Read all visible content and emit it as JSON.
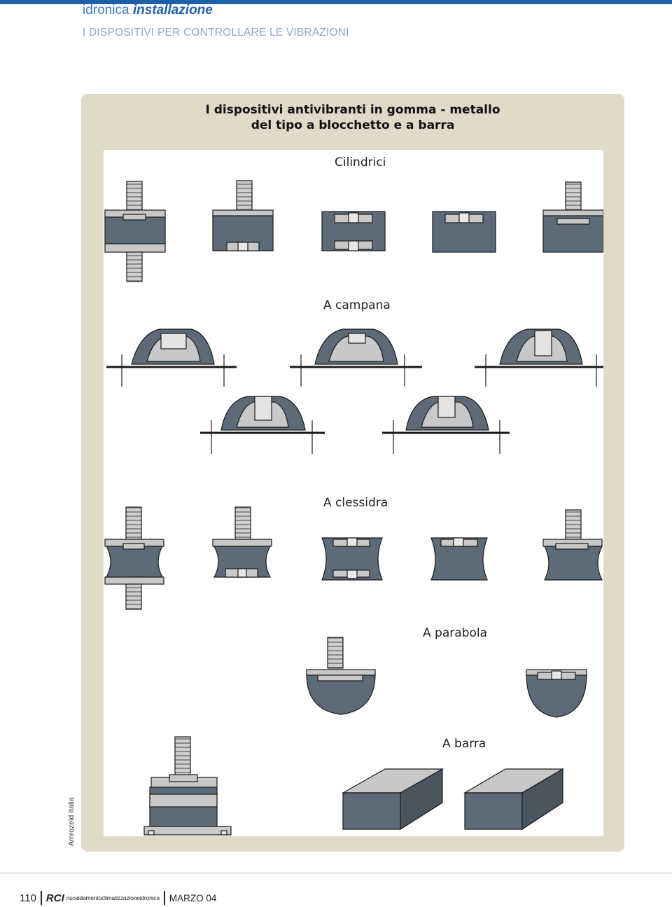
{
  "header": {
    "brand": "idronica",
    "section": "installazione"
  },
  "subtitle": "I DISPOSITIVI PER CONTROLLARE LE VIBRAZIONI",
  "figure": {
    "title_line1": "I dispositivi antivibranti in gomma - metallo",
    "title_line2": "del tipo a blocchetto e a barra",
    "labels": {
      "cilindrici": "Cilindrici",
      "campana": "A campana",
      "clessidra": "A clessidra",
      "parabola": "A parabola",
      "barra": "A barra"
    },
    "colors": {
      "rubber": "#5d6b78",
      "metal": "#c8c8c8",
      "outline": "#1a1a1a",
      "panel": "#e0dbc9"
    }
  },
  "credit": "Amrozeld Italia",
  "footer": {
    "page": "110",
    "magazine": "RCI",
    "tagline": "riscaldamentoclimatizzazioneidronica",
    "date": "MARZO 04"
  }
}
